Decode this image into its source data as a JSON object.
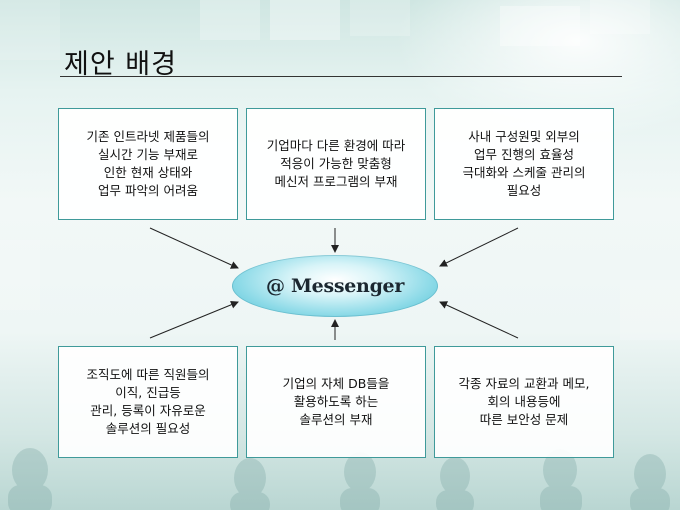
{
  "title": "제안 배경",
  "center": {
    "label": "@ Messenger"
  },
  "boxes": {
    "top_left": "기존 인트라넷 제품들의\n실시간  기능 부재로\n인한 현재 상태와\n업무 파악의 어려움",
    "top_center": "기업마다 다른 환경에 따라\n적응이 가능한 맞춤형\n메신저 프로그램의 부재",
    "top_right": "사내 구성원및 외부의\n업무 진행의 효율성\n극대화와 스케줄 관리의\n필요성",
    "bottom_left": "조직도에 따른 직원들의\n이직, 진급등\n관리, 등록이 자유로운\n솔루션의 필요성",
    "bottom_center": "기업의 자체 DB들을\n활용하도록 하는\n솔루션의 부재",
    "bottom_right": "각종 자료의 교환과 메모,\n회의 내용등에\n따른 보안성 문제"
  },
  "colors": {
    "box_border": "#3f9a9a",
    "ellipse": "#4cc0d4",
    "arrow": "#222222"
  }
}
